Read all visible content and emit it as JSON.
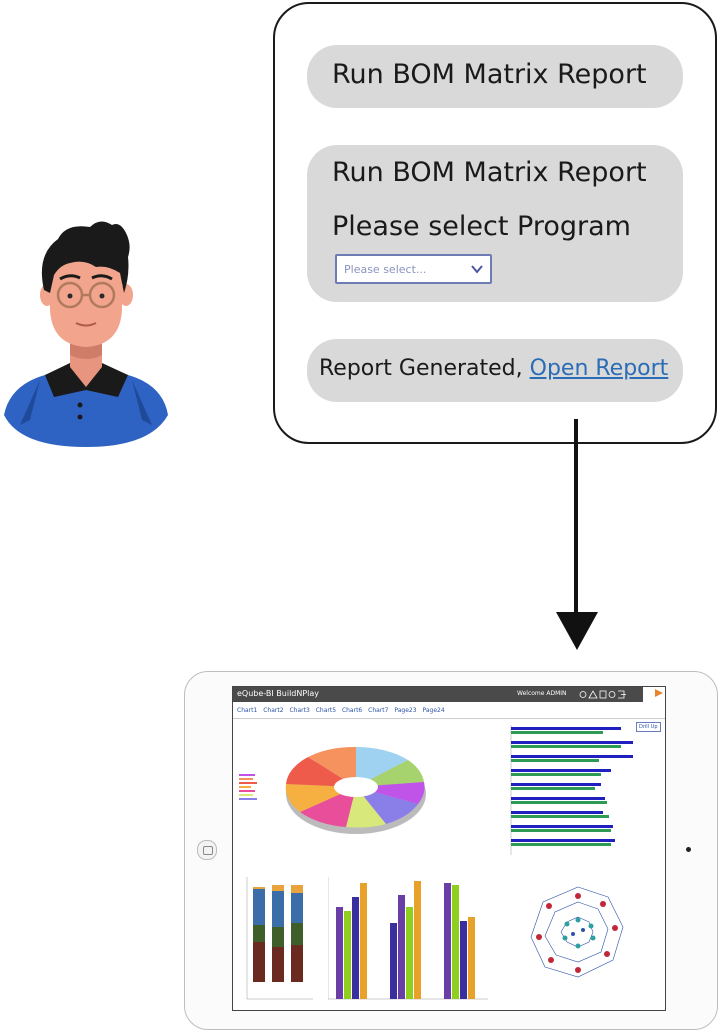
{
  "dialog": {
    "message1": "Run BOM Matrix Report",
    "message2_line1": "Run BOM Matrix Report",
    "message2_line2": "Please select Program",
    "select_placeholder": "Please select...",
    "message3_prefix": "Report Generated, ",
    "message3_link": "Open Report"
  },
  "tablet": {
    "app_title": "eQube-BI BuildNPlay",
    "welcome": "Welcome ADMIN",
    "tabs": [
      "Chart1",
      "Chart2",
      "Chart3",
      "Chart5",
      "Chart6",
      "Chart7",
      "Page23",
      "Page24"
    ],
    "drill_up": "Drill Up"
  },
  "colors": {
    "bubble": "#d9d9d9",
    "link": "#2b6cb6",
    "select_border": "#6f7bb5",
    "avatar_shirt": "#2f63c3",
    "avatar_skin": "#f2a48c"
  }
}
